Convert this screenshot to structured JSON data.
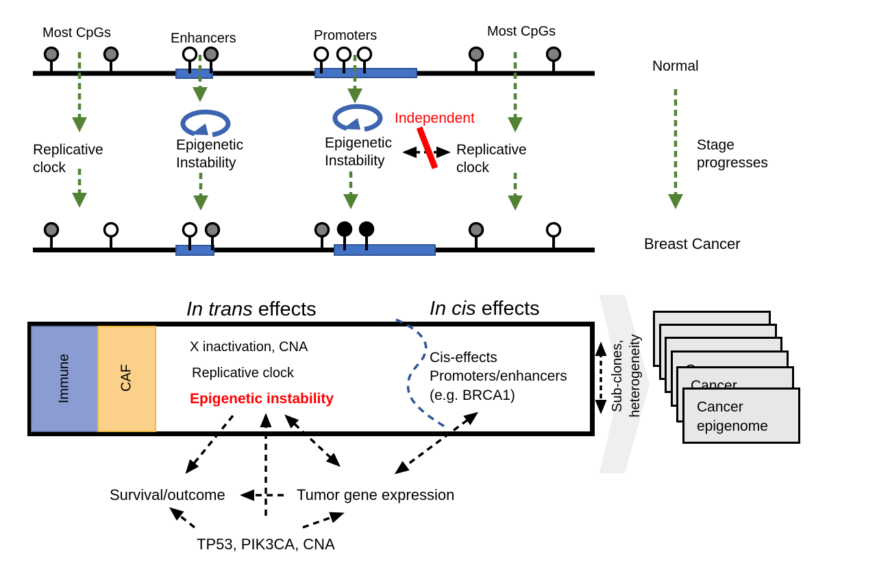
{
  "colors": {
    "arrow_green": "#548235",
    "bar_blue": "#4472C4",
    "dark_blue": "#2F5597",
    "cycle_blue": "#3D64AE",
    "highlight_red": "#FF0000",
    "immune_fill": "#8B9CD3",
    "caf_fill": "#FBD089",
    "card_fill": "#E7E7E7",
    "gray_arrow_fill": "#EFEFEF"
  },
  "icons": {
    "epigenetic_cycle": "circular-loop-arrow",
    "methylated_site": "black-lollipop",
    "partially_methylated_site": "gray-lollipop",
    "unmethylated_site": "white-lollipop",
    "stage_arrow": "green-dashed-down-arrow"
  },
  "top": {
    "most_cpgs_left": "Most CpGs",
    "enhancers": "Enhancers",
    "promoters": "Promoters",
    "most_cpgs_right": "Most CpGs",
    "replicative_clock_left": "Replicative\nclock",
    "epigenetic_instability_enhancers": "Epigenetic\nInstability",
    "epigenetic_instability_promoters": "Epigenetic\nInstability",
    "independent": "Independent",
    "replicative_clock_right": "Replicative\nclock"
  },
  "progression": {
    "normal": "Normal",
    "stage_progresses": "Stage\nprogresses",
    "breast_cancer": "Breast Cancer"
  },
  "box": {
    "in_trans_italic": "In trans",
    "in_trans_rest": " effects",
    "in_cis_italic": "In cis",
    "in_cis_rest": " effects",
    "immune_label": "Immune",
    "caf_label": "CAF",
    "item_x_inactivation": "X inactivation, CNA",
    "item_replicative_clock": "Replicative clock",
    "item_epigenetic_instability": "Epigenetic instability",
    "cis_effects_text": "Cis-effects\nPromoters/enhancers\n(e.g. BRCA1)"
  },
  "subclones_label": "Sub-clones,\nheterogeneity",
  "cards": {
    "label": "Cancer\nepigenome"
  },
  "outcomes": {
    "survival": "Survival/outcome",
    "tumor_gene_expression": "Tumor gene expression",
    "driver_genes": "TP53, PIK3CA, CNA"
  }
}
